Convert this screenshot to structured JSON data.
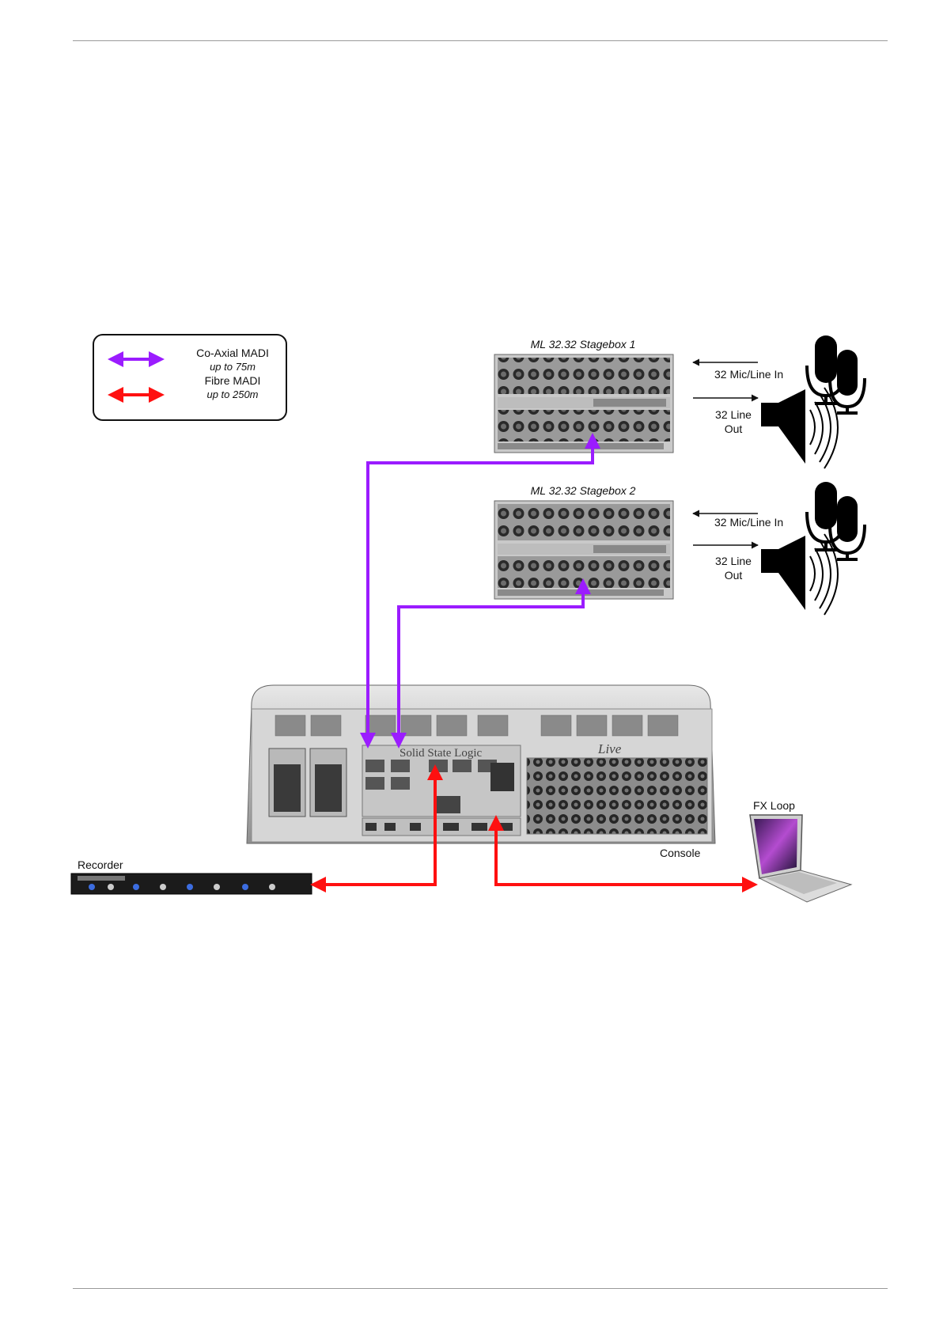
{
  "legend": {
    "coax_label": "Co-Axial MADI",
    "coax_range": "up to 75m",
    "fibre_label": "Fibre MADI",
    "fibre_range": "up to 250m"
  },
  "stagebox1": {
    "title": "ML 32.32 Stagebox 1",
    "mic_in": "32 Mic/Line In",
    "line_out_1": "32 Line",
    "line_out_2": "Out"
  },
  "stagebox2": {
    "title": "ML 32.32 Stagebox 2",
    "mic_in": "32 Mic/Line In",
    "line_out_1": "32 Line",
    "line_out_2": "Out"
  },
  "console": {
    "label": "Console",
    "brand": "Solid State Logic",
    "model": "Live"
  },
  "recorder": {
    "label": "Recorder"
  },
  "fx": {
    "label": "FX Loop"
  },
  "colors": {
    "coax": "#9b1cff",
    "fibre": "#ff1010"
  }
}
